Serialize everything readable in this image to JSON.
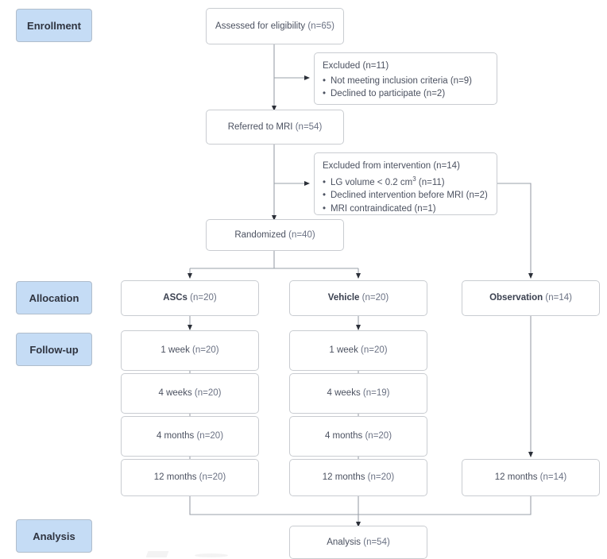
{
  "diagram": {
    "title": "CONSORT participant flow diagram",
    "colors": {
      "stage_fill": "#c5dcf5",
      "stage_border": "#b0bdcc",
      "node_border": "#c9ccd1",
      "text": "#4b5160",
      "line": "#8d939d",
      "background": "#ffffff"
    }
  },
  "stages": [
    {
      "id": "enrollment",
      "label": "Enrollment"
    },
    {
      "id": "allocation",
      "label": "Allocation"
    },
    {
      "id": "followup",
      "label": "Follow-up"
    },
    {
      "id": "analysis",
      "label": "Analysis"
    }
  ],
  "nodes": {
    "assessed": {
      "label": "Assessed for eligibility",
      "n": "(n=65)"
    },
    "referred": {
      "label": "Referred to MRI",
      "n": "(n=54)"
    },
    "randomized": {
      "label": "Randomized",
      "n": "(n=40)"
    },
    "analysis": {
      "label": "Analysis",
      "n": "(n=54)"
    }
  },
  "exclusions": [
    {
      "id": "excluded-screening",
      "title": "Excluded (n=11)",
      "items": [
        "Not meeting inclusion criteria (n=9)",
        "Declined to participate (n=2)"
      ]
    },
    {
      "id": "excluded-intervention",
      "title": "Excluded from intervention (n=14)",
      "items": [
        "LG volume < 0.2 cm³ (n=11)",
        "Declined intervention before MRI (n=2)",
        "MRI contraindicated (n=1)"
      ]
    }
  ],
  "arms": [
    {
      "id": "ascs",
      "name": "ASCs",
      "n": "(n=20)",
      "followup": [
        {
          "label": "1 week",
          "n": "(n=20)"
        },
        {
          "label": "4 weeks",
          "n": "(n=20)"
        },
        {
          "label": "4 months",
          "n": "(n=20)"
        },
        {
          "label": "12 months",
          "n": "(n=20)"
        }
      ]
    },
    {
      "id": "vehicle",
      "name": "Vehicle",
      "n": "(n=20)",
      "followup": [
        {
          "label": "1 week",
          "n": "(n=20)"
        },
        {
          "label": "4 weeks",
          "n": "(n=19)"
        },
        {
          "label": "4 months",
          "n": "(n=20)"
        },
        {
          "label": "12 months",
          "n": "(n=20)"
        }
      ]
    },
    {
      "id": "observation",
      "name": "Observation",
      "n": "(n=14)",
      "followup": [
        {
          "label": "12 months",
          "n": "(n=14)"
        }
      ]
    }
  ]
}
